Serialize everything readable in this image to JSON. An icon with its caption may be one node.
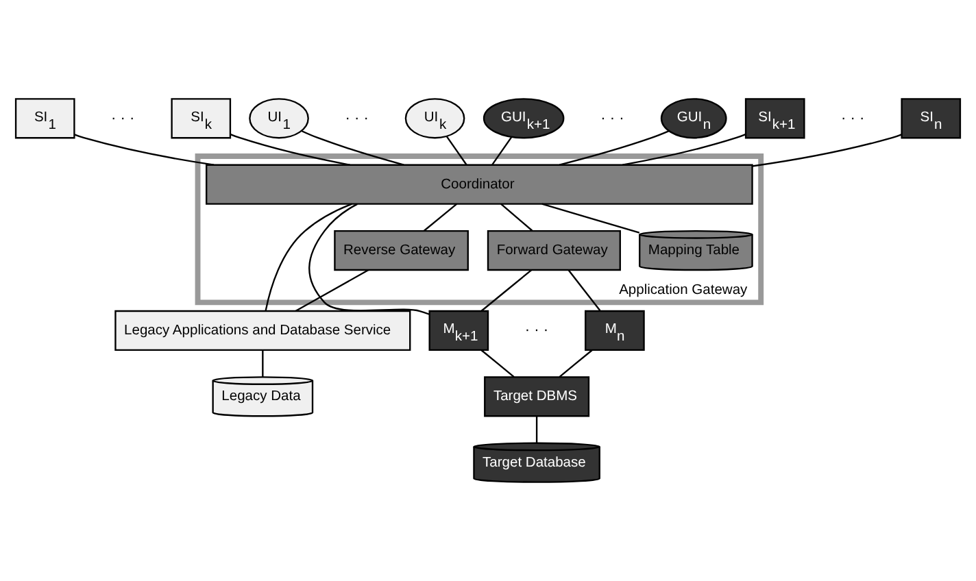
{
  "diagram": {
    "nodes": [
      {
        "text": [
          "Application Gateway"
        ]
      },
      {
        "text": [
          "SI$_{1}$"
        ]
      },
      {
        "text": [
          "SI$_{k}$"
        ]
      },
      {
        "text": [
          "UI$_{1}$"
        ]
      },
      {
        "text": [
          "UI$_{k}$"
        ]
      },
      {
        "text": [
          "GUI$_{k+1}$"
        ]
      },
      {
        "text": [
          "GUI$_{n}$"
        ]
      },
      {
        "text": [
          "SI$_{k+1}$"
        ]
      },
      {
        "text": [
          "SI$_{n}$"
        ]
      },
      {
        "text": [
          "Coordinator"
        ],
        "in": 0
      },
      {
        "text": [
          "Mapping Table"
        ],
        "in": 0
      },
      {
        "text": [
          "Reverse Gateway"
        ],
        "in": 0
      },
      {
        "text": [
          "Forward Gateway"
        ],
        "in": 0
      },
      {
        "text": [
          "M$_{k+1}$"
        ]
      },
      {
        "text": [
          "M$_{n}$"
        ]
      },
      {
        "text": [
          "Legacy Applications and Database Service"
        ]
      },
      {
        "text": [
          "Legacy Data"
        ]
      },
      {
        "text": [
          "Target DBMS"
        ]
      },
      {
        "text": [
          "Target Database"
        ]
      }
    ],
    "edges": [
      {
        "from": 1,
        "to": 9,
        "arrow": "none"
      },
      {
        "from": 2,
        "to": 9,
        "arrow": "none"
      },
      {
        "from": 3,
        "to": 9,
        "arrow": "none"
      },
      {
        "from": 4,
        "to": 9,
        "arrow": "none"
      },
      {
        "from": 5,
        "to": 9,
        "arrow": "none"
      },
      {
        "from": 6,
        "to": 9,
        "arrow": "none"
      },
      {
        "from": 7,
        "to": 9,
        "arrow": "none"
      },
      {
        "from": 8,
        "to": 9,
        "arrow": "none"
      },
      {
        "from": 9,
        "to": 10,
        "arrow": "none"
      },
      {
        "from": 9,
        "to": 11,
        "arrow": "none"
      },
      {
        "from": 9,
        "to": 15,
        "arrow": "none"
      },
      {
        "from": 11,
        "to": 15,
        "arrow": "none"
      },
      {
        "from": 9,
        "to": 13,
        "arrow": "none"
      },
      {
        "from": 9,
        "to": 12,
        "arrow": "none"
      },
      {
        "from": 12,
        "to": 13,
        "arrow": "none"
      },
      {
        "from": 12,
        "to": 14,
        "arrow": "none"
      },
      {
        "from": 13,
        "to": 17,
        "arrow": "none"
      },
      {
        "from": 14,
        "to": 17,
        "arrow": "none"
      },
      {
        "from": 15,
        "to": 16,
        "arrow": "none"
      },
      {
        "from": 17,
        "to": 18,
        "arrow": "none"
      }
    ],
    "labels": [
      "· · ·",
      "· · ·",
      "· · ·",
      "· · ·",
      "· · ·"
    ]
  }
}
